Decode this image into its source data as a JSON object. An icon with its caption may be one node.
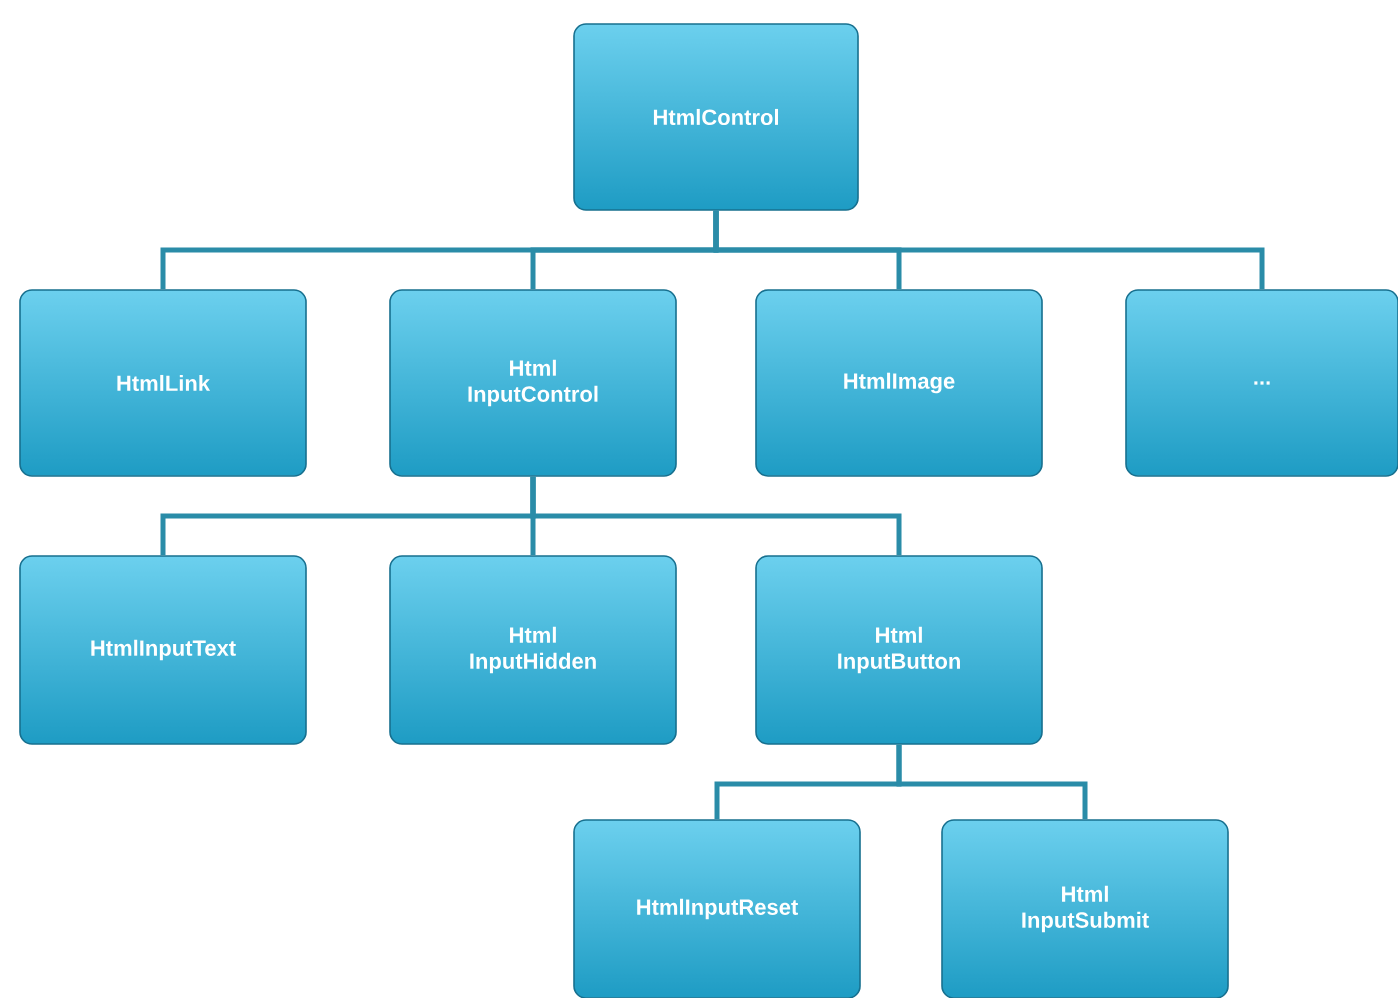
{
  "diagram": {
    "nodes": [
      {
        "text": [
          "HtmlControl"
        ]
      },
      {
        "text": [
          "HtmlLink"
        ]
      },
      {
        "text": [
          "Html InputControl"
        ]
      },
      {
        "text": [
          "HtmlImage"
        ]
      },
      {
        "text": [
          "..."
        ]
      },
      {
        "text": [
          "HtmlInputText"
        ]
      },
      {
        "text": [
          "Html InputHidden"
        ]
      },
      {
        "text": [
          "Html InputButton"
        ]
      },
      {
        "text": [
          "HtmlInputReset"
        ]
      },
      {
        "text": [
          "Html InputSubmit"
        ]
      }
    ],
    "edges": [
      {
        "from": 0,
        "to": 1,
        "arrow": "none"
      },
      {
        "from": 0,
        "to": 2,
        "arrow": "none"
      },
      {
        "from": 0,
        "to": 3,
        "arrow": "none"
      },
      {
        "from": 0,
        "to": 4,
        "arrow": "none"
      },
      {
        "from": 2,
        "to": 5,
        "arrow": "none"
      },
      {
        "from": 2,
        "to": 6,
        "arrow": "none"
      },
      {
        "from": 2,
        "to": 7,
        "arrow": "none"
      },
      {
        "from": 7,
        "to": 8,
        "arrow": "none"
      },
      {
        "from": 7,
        "to": 9,
        "arrow": "none"
      }
    ]
  }
}
